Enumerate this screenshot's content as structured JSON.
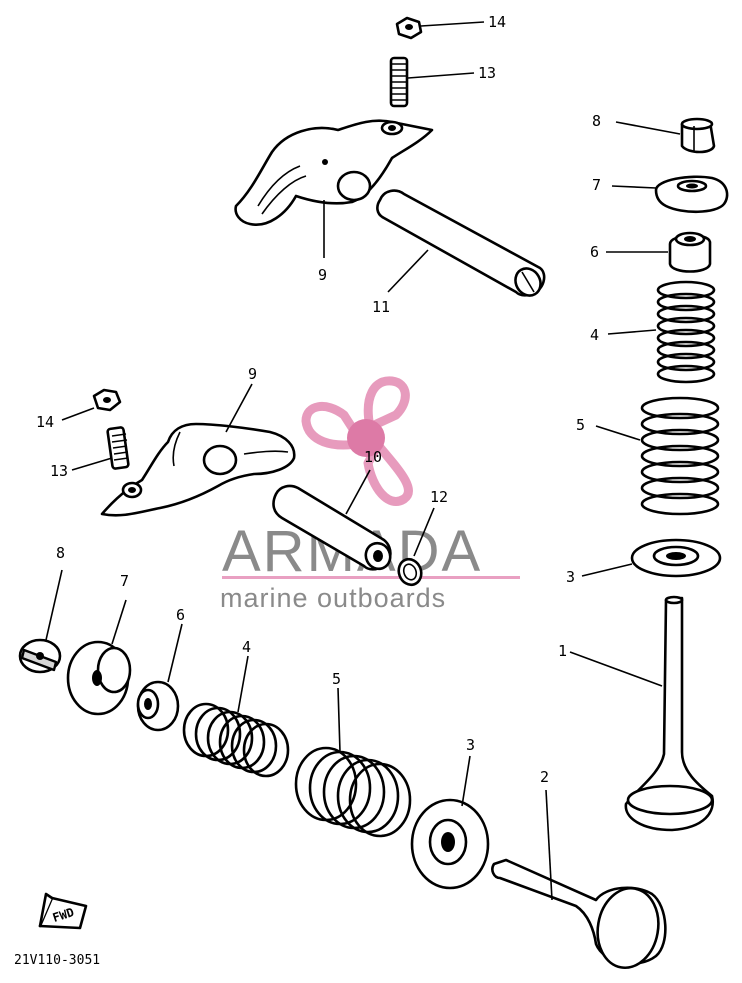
{
  "callouts": {
    "upper_nut": "14",
    "upper_stud": "13",
    "upper_rocker_arm": "9",
    "upper_shaft": "11",
    "right_retainer_cap": "8",
    "right_retainer": "7",
    "right_seal": "6",
    "right_inner_spring": "4",
    "right_outer_spring": "5",
    "right_seat": "3",
    "right_valve": "1",
    "lower_nut": "14",
    "lower_stud": "13",
    "lower_rocker_arm": "9",
    "lower_shaft": "10",
    "o_ring": "12",
    "left_retainer_cap": "8",
    "left_retainer": "7",
    "left_seal": "6",
    "left_inner_spring": "4",
    "left_outer_spring": "5",
    "left_seat": "3",
    "left_valve": "2"
  },
  "fwd_label": "FWD",
  "drawing_code": "21V110-3051",
  "watermark": {
    "title": "ARMADA",
    "subtitle": "marine outboards",
    "colors": {
      "logo": "#e79bbd",
      "logo_center": "#dd7aa6",
      "title": "#8a8a8a",
      "underline": "#e9a0c2"
    }
  }
}
